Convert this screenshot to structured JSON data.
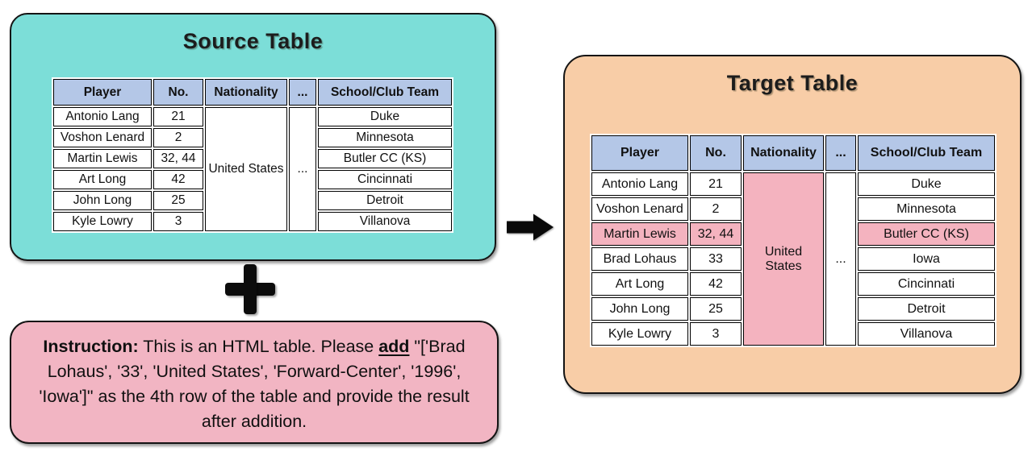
{
  "colors": {
    "source_panel_bg": "#7CDED8",
    "target_panel_bg": "#F8CDA7",
    "instruction_bg": "#F2B5C3",
    "table_header_bg": "#B4C7E7",
    "highlight_bg": "#F4B3BF",
    "border": "#000000"
  },
  "source_panel": {
    "title": "Source Table",
    "table": {
      "headers": [
        "Player",
        "No.",
        "Nationality",
        "...",
        "School/Club Team"
      ],
      "nationality": {
        "text": "United States",
        "highlight": false
      },
      "ellipsis": {
        "text": "...",
        "highlight": false
      },
      "rows": [
        {
          "player": "Antonio Lang",
          "no": "21",
          "school": "Duke",
          "highlight": false
        },
        {
          "player": "Voshon Lenard",
          "no": "2",
          "school": "Minnesota",
          "highlight": false
        },
        {
          "player": "Martin Lewis",
          "no": "32, 44",
          "school": "Butler CC (KS)",
          "highlight": false
        },
        {
          "player": "Art Long",
          "no": "42",
          "school": "Cincinnati",
          "highlight": false
        },
        {
          "player": "John Long",
          "no": "25",
          "school": "Detroit",
          "highlight": false
        },
        {
          "player": "Kyle Lowry",
          "no": "3",
          "school": "Villanova",
          "highlight": false
        }
      ]
    }
  },
  "target_panel": {
    "title": "Target Table",
    "table": {
      "headers": [
        "Player",
        "No.",
        "Nationality",
        "...",
        "School/Club Team"
      ],
      "nationality": {
        "text": "United States",
        "highlight": true
      },
      "ellipsis": {
        "text": "...",
        "highlight": false
      },
      "rows": [
        {
          "player": "Antonio Lang",
          "no": "21",
          "school": "Duke",
          "highlight": false
        },
        {
          "player": "Voshon Lenard",
          "no": "2",
          "school": "Minnesota",
          "highlight": false
        },
        {
          "player": "Martin Lewis",
          "no": "32, 44",
          "school": "Butler CC (KS)",
          "highlight": true
        },
        {
          "player": "Brad Lohaus",
          "no": "33",
          "school": "Iowa",
          "highlight": false
        },
        {
          "player": "Art Long",
          "no": "42",
          "school": "Cincinnati",
          "highlight": false
        },
        {
          "player": "John Long",
          "no": "25",
          "school": "Detroit",
          "highlight": false
        },
        {
          "player": "Kyle Lowry",
          "no": "3",
          "school": "Villanova",
          "highlight": false
        }
      ]
    }
  },
  "instruction": {
    "runs": [
      {
        "text": "Instruction:",
        "bold": true
      },
      {
        "text": " This is an HTML table. Please ",
        "bold": false
      },
      {
        "text": "add",
        "bold": true,
        "underline": true
      },
      {
        "text": " \"['Brad Lohaus', '33', 'United States', 'Forward-Center', '1996', 'Iowa']\" as the 4th row of the table and provide the result after addition.",
        "bold": false
      }
    ]
  },
  "icons": {
    "plus_icon": "plus",
    "right_arrow_icon": "right-arrow"
  }
}
